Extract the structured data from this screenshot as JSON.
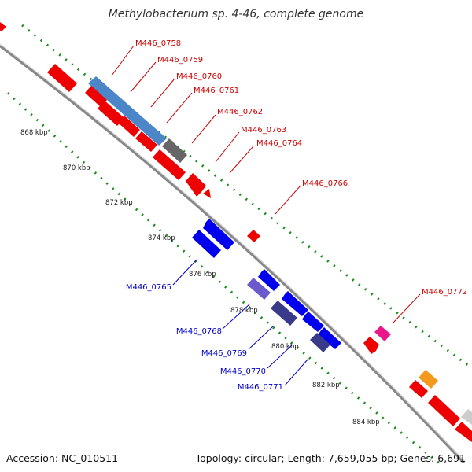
{
  "title": "Methylobacterium sp. 4-46, complete genome",
  "footer": {
    "accession": "Accession: NC_010511",
    "summary": "Topology: circular; Length: 7,659,055 bp; Genes: 6,691"
  },
  "ruler_labels": [
    "868 kbp",
    "870 kbp",
    "872 kbp",
    "874 kbp",
    "876 kbp",
    "878 kbp",
    "880 kbp",
    "882 kbp",
    "884 kbp"
  ],
  "gene_labels": {
    "forward": [
      "M446_0758",
      "M446_0759",
      "M446_0760",
      "M446_0761",
      "M446_0762",
      "M446_0763",
      "M446_0764",
      "M446_0766",
      "M446_0772"
    ],
    "reverse": [
      "M446_0765",
      "M446_0768",
      "M446_0769",
      "M446_0770",
      "M446_0771"
    ]
  },
  "colors": {
    "forward_label": "#cc0000",
    "reverse_label": "#0000cc",
    "backbone": "#888888",
    "tick": "#1a8c1a",
    "gene_red": "#ee0000",
    "gene_steelblue": "#4a86c8",
    "gene_gray": "#666666",
    "gene_blue": "#0000ee",
    "gene_slate": "#6a5acd",
    "gene_darkslate": "#3a3a8a",
    "gene_pink": "#e8188a",
    "gene_orange": "#f39a1c",
    "gene_lightgray": "#cccccc"
  }
}
